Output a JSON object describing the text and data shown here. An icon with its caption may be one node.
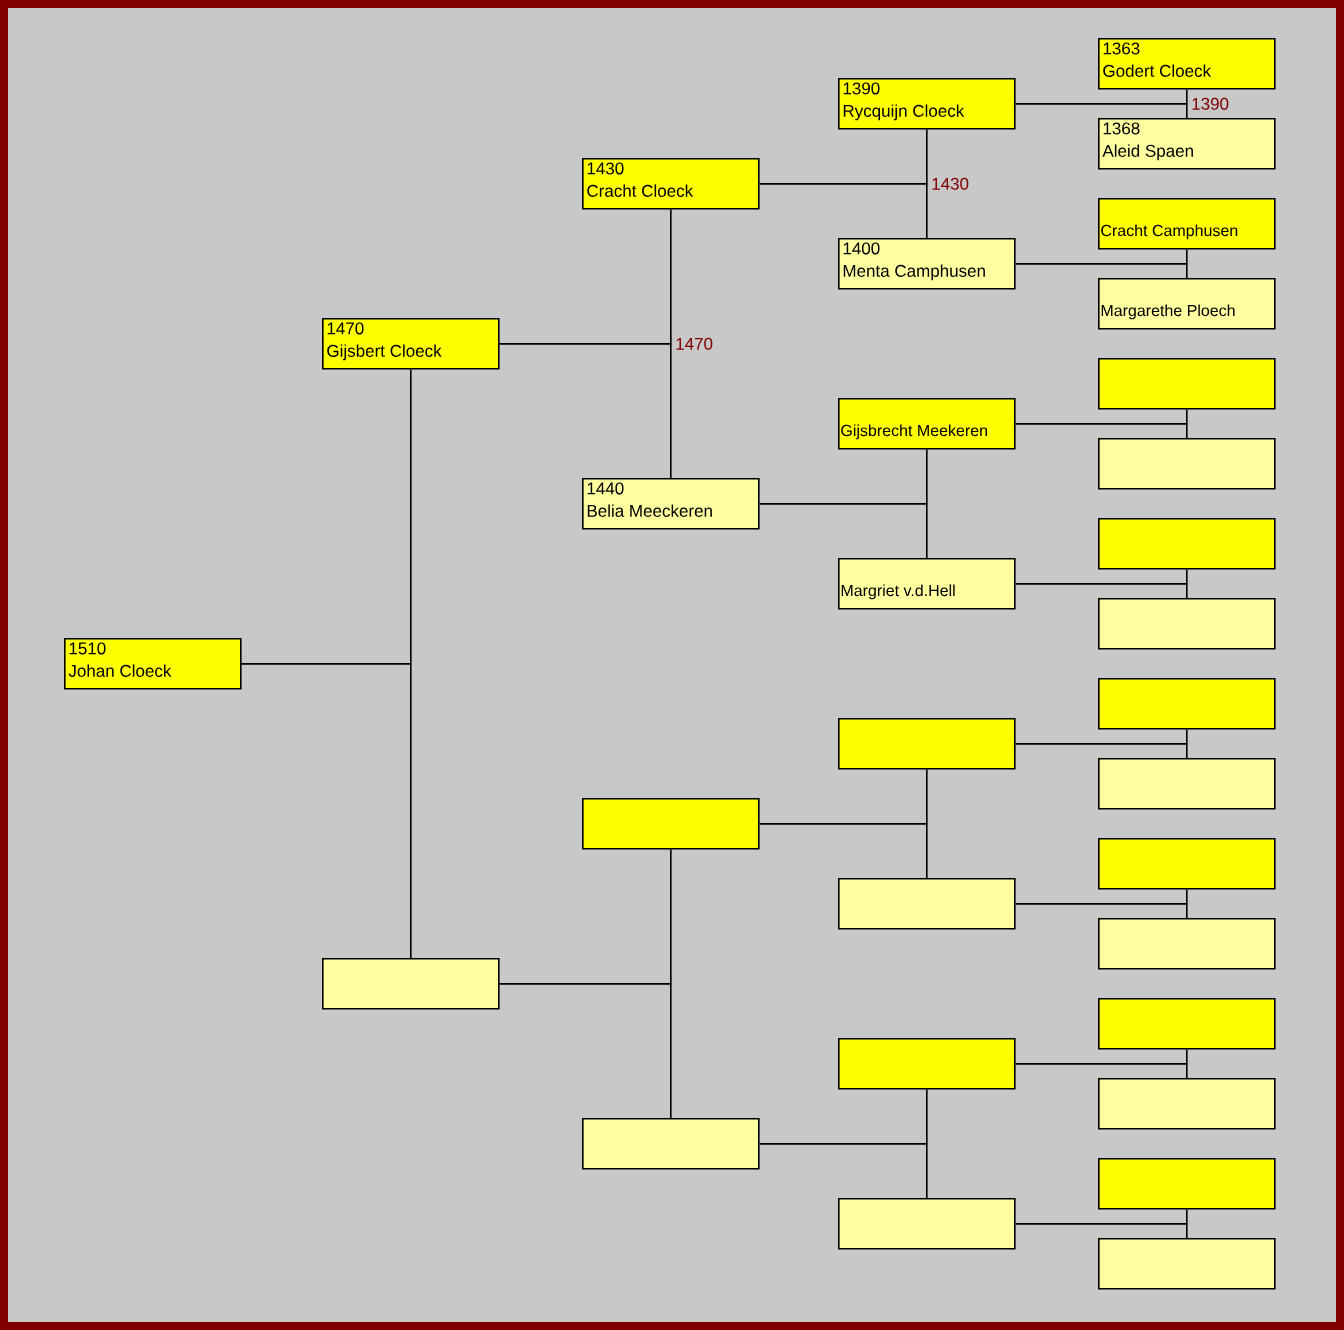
{
  "diagram": {
    "nodes": [
      {
        "text": [
          "1510",
          "Johan Cloeck"
        ]
      },
      {
        "text": [
          "1470",
          "Gijsbert Cloeck"
        ]
      },
      {
        "text": [],
        "shape": "box"
      },
      {
        "text": [
          "1430",
          "Cracht Cloeck"
        ]
      },
      {
        "text": [
          "1440",
          "Belia Meeckeren"
        ]
      },
      {
        "text": [],
        "shape": "box"
      },
      {
        "text": [],
        "shape": "box"
      },
      {
        "text": [
          "1390",
          "Rycquijn Cloeck"
        ]
      },
      {
        "text": [
          "1400",
          "Menta Camphusen"
        ]
      },
      {
        "text": [
          "Gijsbrecht Meekeren"
        ]
      },
      {
        "text": [
          "Margriet v.d.Hell"
        ]
      },
      {
        "text": [],
        "shape": "box"
      },
      {
        "text": [],
        "shape": "box"
      },
      {
        "text": [],
        "shape": "box"
      },
      {
        "text": [],
        "shape": "box"
      },
      {
        "text": [
          "1363",
          "Godert Cloeck"
        ]
      },
      {
        "text": [
          "1368",
          "Aleid Spaen"
        ]
      },
      {
        "text": [
          "Cracht Camphusen"
        ]
      },
      {
        "text": [
          "Margarethe Ploech"
        ]
      },
      {
        "text": [],
        "shape": "box"
      },
      {
        "text": [],
        "shape": "box"
      },
      {
        "text": [],
        "shape": "box"
      },
      {
        "text": [],
        "shape": "box"
      },
      {
        "text": [],
        "shape": "box"
      },
      {
        "text": [],
        "shape": "box"
      },
      {
        "text": [],
        "shape": "box"
      },
      {
        "text": [],
        "shape": "box"
      },
      {
        "text": [],
        "shape": "box"
      },
      {
        "text": [],
        "shape": "box"
      },
      {
        "text": [],
        "shape": "box"
      },
      {
        "text": [],
        "shape": "box"
      }
    ],
    "edges": [
      {
        "from": 0,
        "to": 1,
        "arrow": "none"
      },
      {
        "from": 0,
        "to": 2,
        "arrow": "none"
      },
      {
        "from": 1,
        "to": 3,
        "arrow": "none",
        "label": "1470"
      },
      {
        "from": 1,
        "to": 4,
        "arrow": "none"
      },
      {
        "from": 2,
        "to": 5,
        "arrow": "none"
      },
      {
        "from": 2,
        "to": 6,
        "arrow": "none"
      },
      {
        "from": 3,
        "to": 7,
        "arrow": "none",
        "label": "1430"
      },
      {
        "from": 3,
        "to": 8,
        "arrow": "none"
      },
      {
        "from": 4,
        "to": 9,
        "arrow": "none"
      },
      {
        "from": 4,
        "to": 10,
        "arrow": "none"
      },
      {
        "from": 5,
        "to": 11,
        "arrow": "none"
      },
      {
        "from": 5,
        "to": 12,
        "arrow": "none"
      },
      {
        "from": 6,
        "to": 13,
        "arrow": "none"
      },
      {
        "from": 6,
        "to": 14,
        "arrow": "none"
      },
      {
        "from": 7,
        "to": 15,
        "arrow": "none",
        "label": "1390"
      },
      {
        "from": 7,
        "to": 16,
        "arrow": "none"
      },
      {
        "from": 8,
        "to": 17,
        "arrow": "none"
      },
      {
        "from": 8,
        "to": 18,
        "arrow": "none"
      },
      {
        "from": 9,
        "to": 19,
        "arrow": "none"
      },
      {
        "from": 9,
        "to": 20,
        "arrow": "none"
      },
      {
        "from": 10,
        "to": 21,
        "arrow": "none"
      },
      {
        "from": 10,
        "to": 22,
        "arrow": "none"
      },
      {
        "from": 11,
        "to": 23,
        "arrow": "none"
      },
      {
        "from": 11,
        "to": 24,
        "arrow": "none"
      },
      {
        "from": 12,
        "to": 25,
        "arrow": "none"
      },
      {
        "from": 12,
        "to": 26,
        "arrow": "none"
      },
      {
        "from": 13,
        "to": 27,
        "arrow": "none"
      },
      {
        "from": 13,
        "to": 28,
        "arrow": "none"
      },
      {
        "from": 14,
        "to": 29,
        "arrow": "none"
      },
      {
        "from": 14,
        "to": 30,
        "arrow": "none"
      }
    ]
  }
}
